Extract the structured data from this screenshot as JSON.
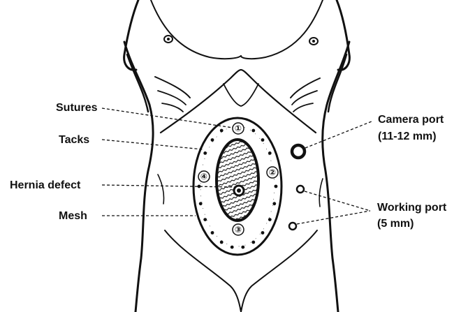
{
  "labels": {
    "sutures": "Sutures",
    "tacks": "Tacks",
    "hernia_defect": "Hernia defect",
    "mesh": "Mesh",
    "camera_port_line1": "Camera port",
    "camera_port_line2": "(11-12 mm)",
    "working_port_line1": "Working port",
    "working_port_line2": "(5 mm)"
  },
  "suture_numbers": [
    "①",
    "②",
    "③",
    "④"
  ],
  "colors": {
    "ink": "#111111",
    "background": "#ffffff"
  }
}
